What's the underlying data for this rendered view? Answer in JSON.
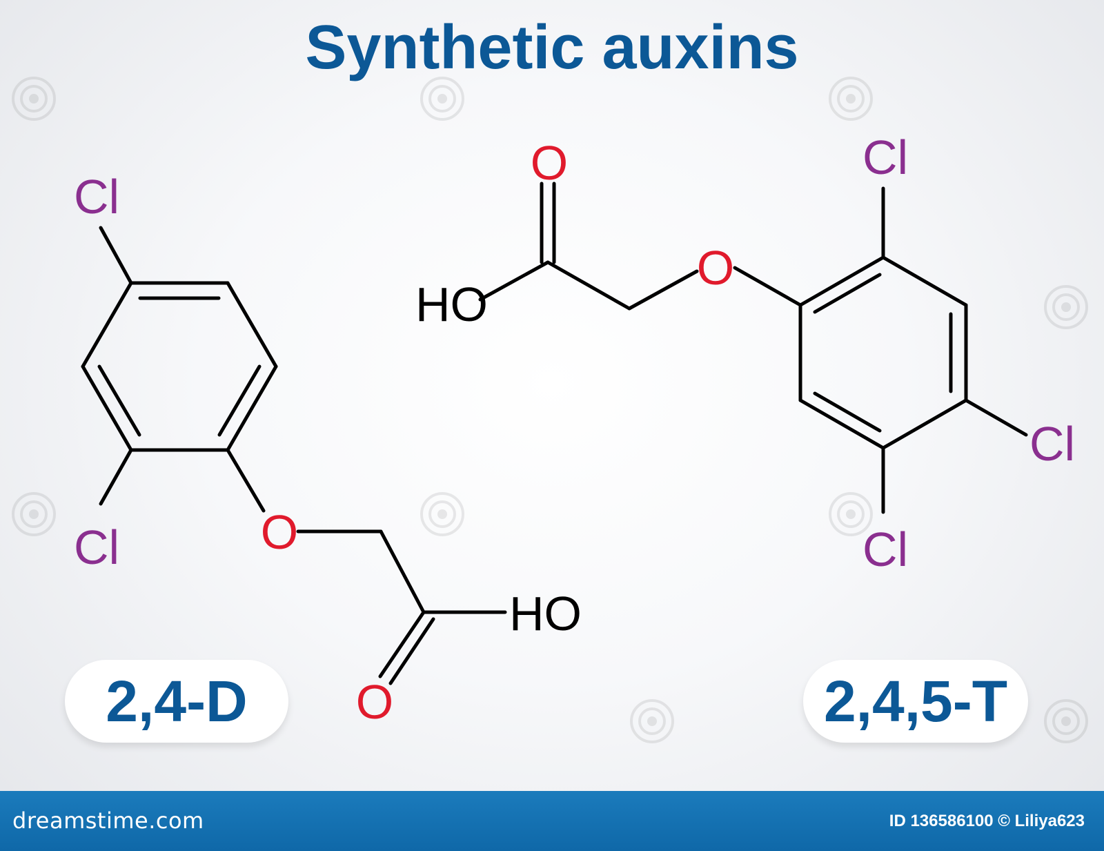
{
  "title": "Synthetic auxins",
  "molecules": [
    {
      "name": "2,4-D",
      "atoms": {
        "cl_top": "Cl",
        "cl_bottom": "Cl",
        "o_ether": "O",
        "ho": "HO",
        "o_carbonyl": "O"
      }
    },
    {
      "name": "2,4,5-T",
      "atoms": {
        "o_carbonyl": "O",
        "ho": "HO",
        "o_ether": "O",
        "cl_top": "Cl",
        "cl_right": "Cl",
        "cl_bottom": "Cl"
      }
    }
  ],
  "footer": {
    "brand": "dreamstime.com",
    "id_text": "ID 136586100 © Liliya623"
  },
  "colors": {
    "title": "#0c5896",
    "oxygen": "#e01a2c",
    "chlorine": "#8a2f8f",
    "footer": "#1271b3"
  }
}
